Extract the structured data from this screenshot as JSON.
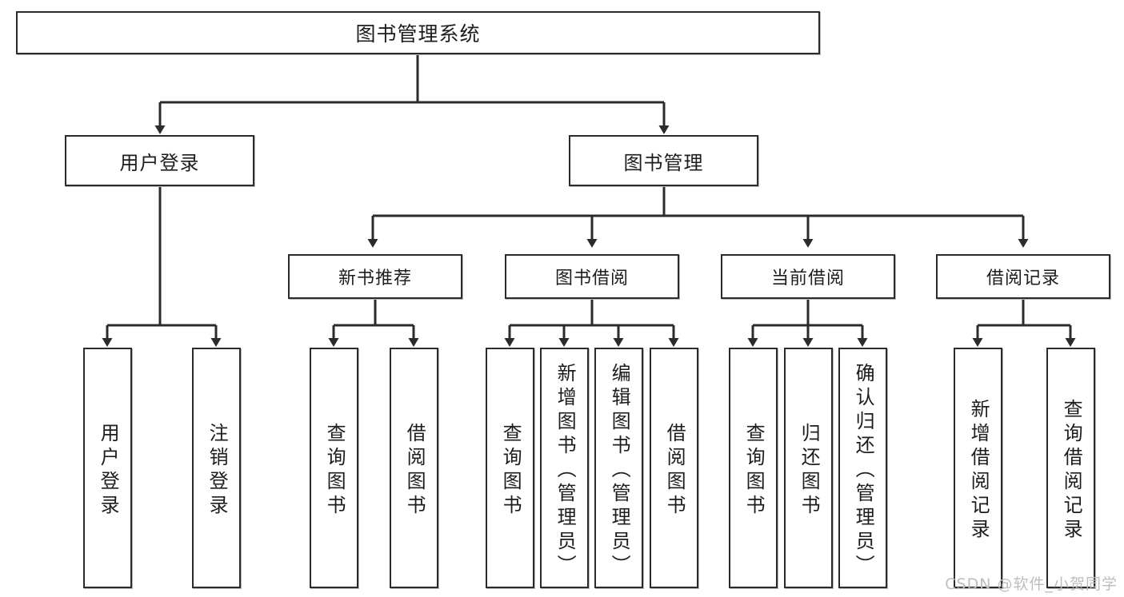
{
  "diagram": {
    "title": "图书管理系统",
    "type": "hierarchy-tree",
    "watermark": "CSDN @软件_小贺同学",
    "colors": {
      "box_border": "#2b2b2b",
      "box_fill": "#ffffff",
      "connector": "#2b2b2b",
      "text": "#1d1d1d",
      "watermark": "#bdbdbd"
    }
  },
  "nodes": {
    "root": {
      "label": "图书管理系统"
    },
    "level2": [
      {
        "label": "用户登录"
      },
      {
        "label": "图书管理"
      }
    ],
    "level3": [
      {
        "label": "新书推荐"
      },
      {
        "label": "图书借阅"
      },
      {
        "label": "当前借阅"
      },
      {
        "label": "借阅记录"
      }
    ],
    "leaves": {
      "user_login": [
        {
          "label": "用户登录"
        },
        {
          "label": "注销登录"
        }
      ],
      "new_book": [
        {
          "label": "查询图书"
        },
        {
          "label": "借阅图书"
        }
      ],
      "book_borrow": [
        {
          "label": "查询图书"
        },
        {
          "label": "新增图书（管理员）"
        },
        {
          "label": "编辑图书（管理员）"
        },
        {
          "label": "借阅图书"
        }
      ],
      "current_borrow": [
        {
          "label": "查询图书"
        },
        {
          "label": "归还图书"
        },
        {
          "label": "确认归还（管理员）"
        }
      ],
      "borrow_record": [
        {
          "label": "新增借阅记录"
        },
        {
          "label": "查询借阅记录"
        }
      ]
    }
  }
}
